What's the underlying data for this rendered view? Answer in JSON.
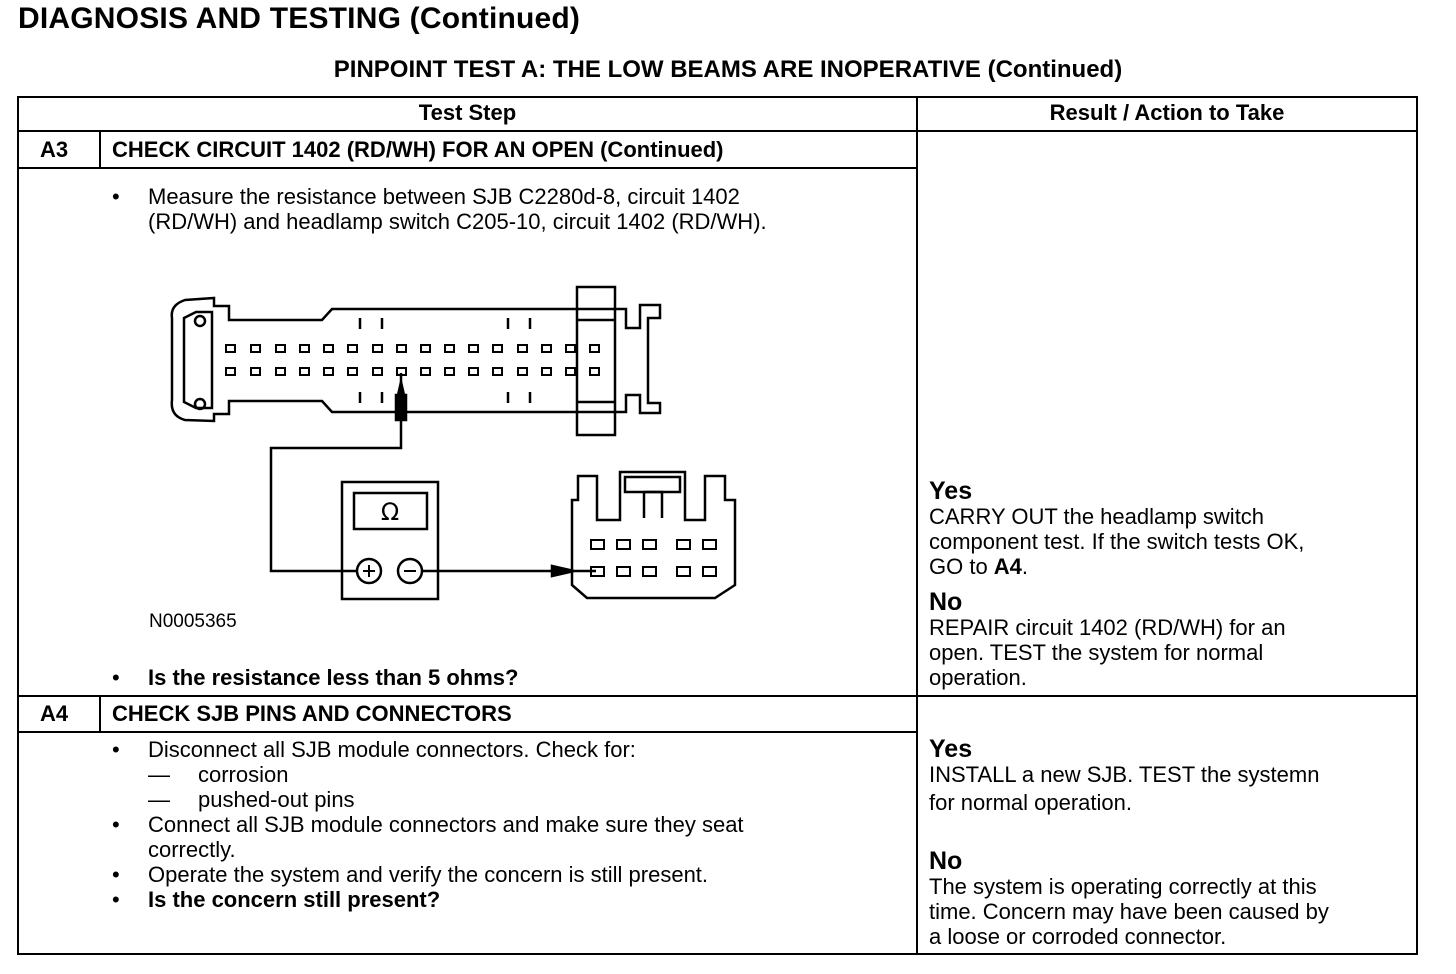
{
  "header": {
    "title": "DIAGNOSIS AND TESTING (Continued)",
    "subtitle": "PINPOINT TEST A: THE LOW BEAMS ARE INOPERATIVE (Continued)"
  },
  "table": {
    "col_test_step": "Test Step",
    "col_result": "Result / Action to Take",
    "steps": [
      {
        "id": "A3",
        "title": "CHECK CIRCUIT 1402 (RD/WH) FOR AN OPEN (Continued)",
        "instruction_line1": "Measure the resistance between SJB C2280d-8, circuit 1402",
        "instruction_line2": "(RD/WH) and headlamp switch C205-10, circuit 1402 (RD/WH).",
        "figure_id": "N0005365",
        "figure_meter_symbol": "Ω",
        "question": "Is the resistance less than 5 ohms?",
        "yes_label": "Yes",
        "yes_line1": "CARRY OUT the headlamp switch",
        "yes_line2": "component test. If the switch tests OK,",
        "yes_line3_prefix": "GO to ",
        "yes_line3_bold": "A4",
        "yes_line3_suffix": ".",
        "no_label": "No",
        "no_line1": "REPAIR circuit 1402 (RD/WH) for an",
        "no_line2": "open. TEST the system for normal",
        "no_line3": "operation."
      },
      {
        "id": "A4",
        "title": "CHECK SJB PINS AND CONNECTORS",
        "bullet1": "Disconnect all SJB module connectors. Check for:",
        "sub1": "corrosion",
        "sub2": "pushed-out pins",
        "bullet2_line1": "Connect all SJB module connectors and make sure they seat",
        "bullet2_line2": "correctly.",
        "bullet3": "Operate the system and verify the concern is still present.",
        "bullet4": "Is the concern still present?",
        "yes_label": "Yes",
        "yes_line1": "INSTALL a new SJB. TEST the systemn",
        "yes_line2": "for normal operation.",
        "no_label": "No",
        "no_line1": "The system is operating correctly at this",
        "no_line2": "time. Concern may have been caused by",
        "no_line3": "a loose or corroded connector."
      }
    ]
  }
}
